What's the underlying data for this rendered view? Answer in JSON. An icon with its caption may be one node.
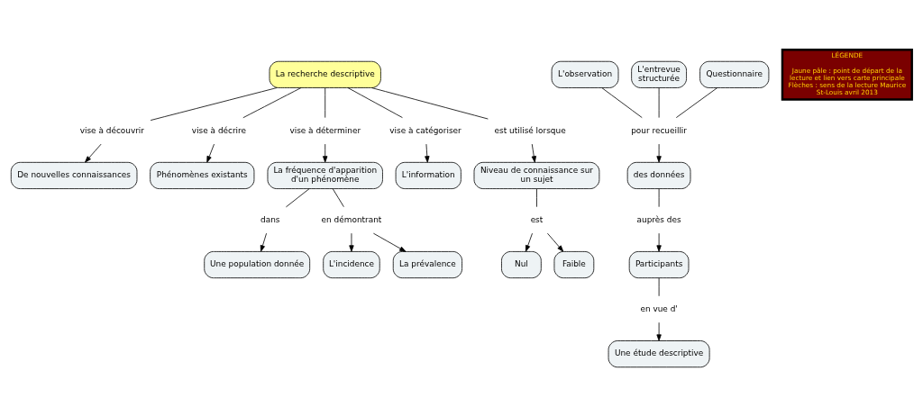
{
  "diagram": {
    "nodes": [
      {
        "text": [
          "La recherche descriptive"
        ]
      },
      {
        "text": [
          "vise à découvrir"
        ]
      },
      {
        "text": [
          "vise à décrire"
        ]
      },
      {
        "text": [
          "vise à déterminer"
        ]
      },
      {
        "text": [
          "vise à catégoriser"
        ]
      },
      {
        "text": [
          "est utilisé lorsque"
        ]
      },
      {
        "text": [
          "De nouvelles connaissances"
        ]
      },
      {
        "text": [
          "Phénomènes existants"
        ]
      },
      {
        "text": [
          "La fréquence d'apparition d'un phénomène"
        ]
      },
      {
        "text": [
          "L'information"
        ]
      },
      {
        "text": [
          "Niveau de connaissance sur un sujet"
        ]
      },
      {
        "text": [
          "L'observation"
        ]
      },
      {
        "text": [
          "L'entrevue structurée"
        ]
      },
      {
        "text": [
          "Questionnaire"
        ]
      },
      {
        "text": [
          "pour recueillir"
        ]
      },
      {
        "text": [
          "des données"
        ]
      },
      {
        "text": [
          "auprès des"
        ]
      },
      {
        "text": [
          "Participants"
        ]
      },
      {
        "text": [
          "en vue d'"
        ]
      },
      {
        "text": [
          "Une étude descriptive"
        ]
      },
      {
        "text": [
          "dans"
        ]
      },
      {
        "text": [
          "en démontrant"
        ]
      },
      {
        "text": [
          "Une population donnée"
        ]
      },
      {
        "text": [
          "L'incidence"
        ]
      },
      {
        "text": [
          "La prévalence"
        ]
      },
      {
        "text": [
          "est"
        ]
      },
      {
        "text": [
          "Nul"
        ]
      },
      {
        "text": [
          "Faible"
        ]
      },
      {
        "text": [
          "LÉGENDE",
          "Jaune pâle : point de départ de la lecture et lien vers carte principale Flèches : sens de la lecture Maurice St-Louis avril 2013"
        ]
      }
    ],
    "edges": [
      {
        "from": 0,
        "to": 1,
        "arrow": "none"
      },
      {
        "from": 1,
        "to": 6,
        "arrow": "to"
      },
      {
        "from": 0,
        "to": 2,
        "arrow": "none"
      },
      {
        "from": 2,
        "to": 7,
        "arrow": "to"
      },
      {
        "from": 0,
        "to": 3,
        "arrow": "none"
      },
      {
        "from": 3,
        "to": 8,
        "arrow": "to"
      },
      {
        "from": 0,
        "to": 4,
        "arrow": "none"
      },
      {
        "from": 4,
        "to": 9,
        "arrow": "to"
      },
      {
        "from": 0,
        "to": 5,
        "arrow": "none"
      },
      {
        "from": 5,
        "to": 10,
        "arrow": "to"
      },
      {
        "from": 8,
        "to": 20,
        "arrow": "none"
      },
      {
        "from": 20,
        "to": 22,
        "arrow": "to"
      },
      {
        "from": 8,
        "to": 21,
        "arrow": "none"
      },
      {
        "from": 21,
        "to": 23,
        "arrow": "to"
      },
      {
        "from": 21,
        "to": 24,
        "arrow": "to"
      },
      {
        "from": 10,
        "to": 25,
        "arrow": "none"
      },
      {
        "from": 25,
        "to": 26,
        "arrow": "to"
      },
      {
        "from": 25,
        "to": 27,
        "arrow": "to"
      },
      {
        "from": 11,
        "to": 14,
        "arrow": "none"
      },
      {
        "from": 12,
        "to": 14,
        "arrow": "none"
      },
      {
        "from": 13,
        "to": 14,
        "arrow": "none"
      },
      {
        "from": 14,
        "to": 15,
        "arrow": "to"
      },
      {
        "from": 15,
        "to": 16,
        "arrow": "none"
      },
      {
        "from": 16,
        "to": 17,
        "arrow": "to"
      },
      {
        "from": 17,
        "to": 18,
        "arrow": "none"
      },
      {
        "from": 18,
        "to": 19,
        "arrow": "to"
      }
    ]
  }
}
